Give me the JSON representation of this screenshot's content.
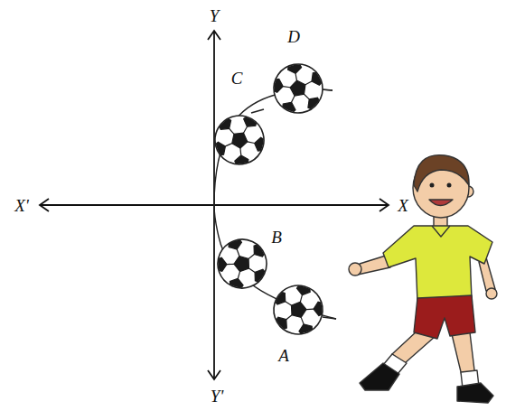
{
  "diagram": {
    "labels": [
      "Y",
      "D",
      "C",
      "X'",
      "X",
      "B",
      "A",
      "Y'"
    ]
  }
}
